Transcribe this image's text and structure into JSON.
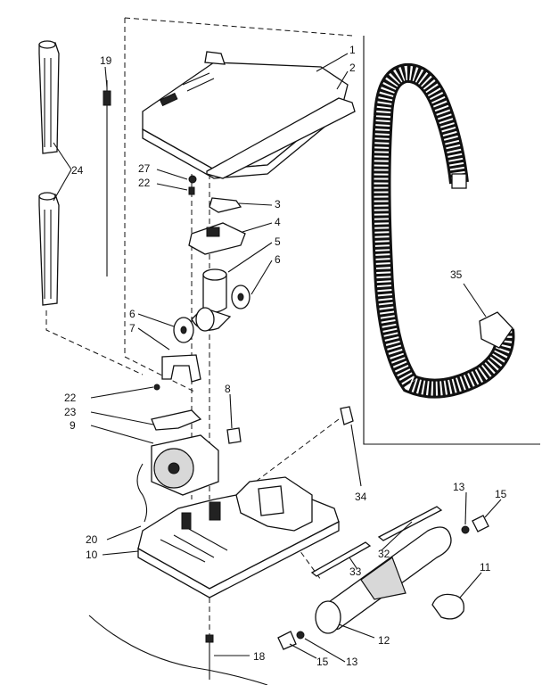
{
  "labels": {
    "l1": "1",
    "l2": "2",
    "l3": "3",
    "l4": "4",
    "l5": "5",
    "l6a": "6",
    "l6b": "6",
    "l7": "7",
    "l8": "8",
    "l9": "9",
    "l10": "10",
    "l11": "11",
    "l12": "12",
    "l13a": "13",
    "l13b": "13",
    "l15a": "15",
    "l15b": "15",
    "l18": "18",
    "l19": "19",
    "l20": "20",
    "l22a": "22",
    "l22b": "22",
    "l23": "23",
    "l24": "24",
    "l27": "27",
    "l32": "32",
    "l33": "33",
    "l34": "34",
    "l35": "35"
  }
}
